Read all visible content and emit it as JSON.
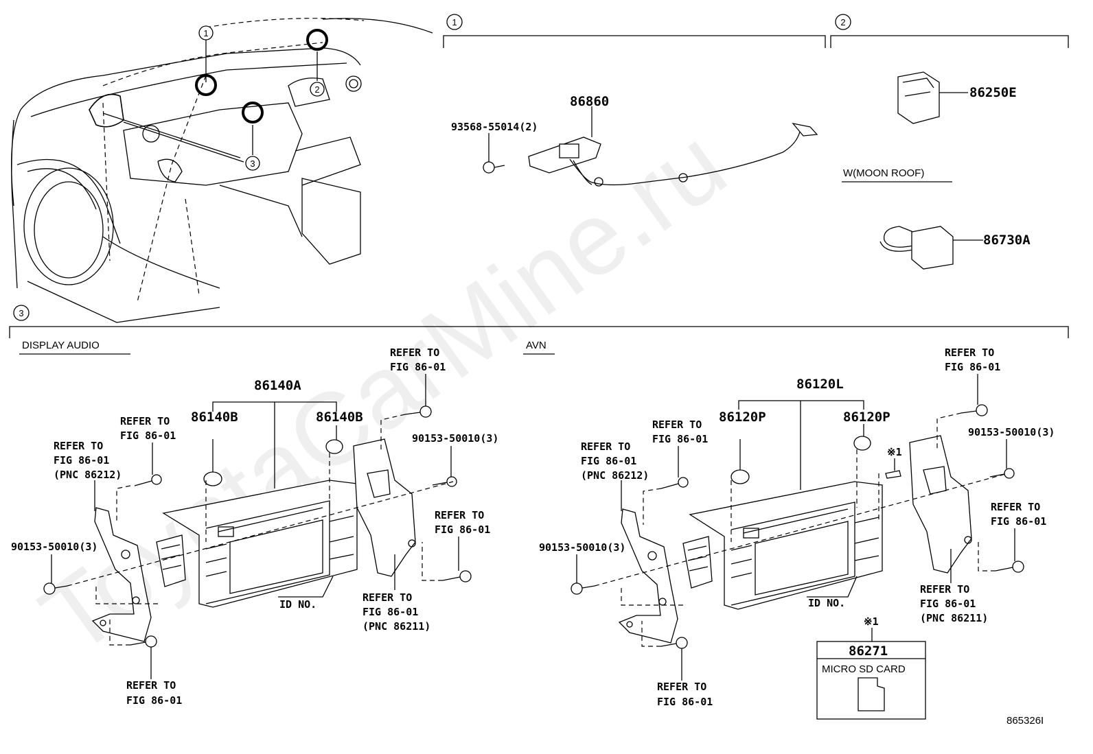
{
  "watermark": "ToyotaCarMine.ru",
  "overview": {
    "callouts": [
      "1",
      "2",
      "3"
    ]
  },
  "section1": {
    "number": "1",
    "parts": {
      "sensor": "86860",
      "clip": "93568-55014(2)"
    }
  },
  "section2": {
    "number": "2",
    "parts": {
      "switch_a": "86250E",
      "switch_b": "86730A"
    },
    "condition": "W(MOON ROOF)"
  },
  "section3": {
    "number": "3",
    "display_audio": {
      "title": "DISPLAY AUDIO",
      "assembly": "86140A",
      "knob_left": "86140B",
      "knob_right": "86140B",
      "bolt_left": "90153-50010(3)",
      "bolt_right": "90153-50010(3)",
      "id_no": "ID NO.",
      "ref_top_center": [
        "REFER TO",
        "FIG 86-01"
      ],
      "ref_top_right": [
        "REFER TO",
        "FIG 86-01"
      ],
      "ref_left_pnc": [
        "REFER TO",
        "FIG 86-01",
        "(PNC 86212)"
      ],
      "ref_right_mid": [
        "REFER TO",
        "FIG 86-01"
      ],
      "ref_right_pnc": [
        "REFER TO",
        "FIG 86-01",
        "(PNC 86211)"
      ],
      "ref_bottom": [
        "REFER TO",
        "FIG 86-01"
      ]
    },
    "avn": {
      "title": "AVN",
      "assembly": "86120L",
      "knob_left": "86120P",
      "knob_right": "86120P",
      "bolt_left": "90153-50010(3)",
      "bolt_right": "90153-50010(3)",
      "id_no": "ID NO.",
      "note_mark": "※1",
      "ref_top_center": [
        "REFER TO",
        "FIG 86-01"
      ],
      "ref_top_right": [
        "REFER TO",
        "FIG 86-01"
      ],
      "ref_left_pnc": [
        "REFER TO",
        "FIG 86-01",
        "(PNC 86212)"
      ],
      "ref_right_mid": [
        "REFER TO",
        "FIG 86-01"
      ],
      "ref_right_pnc": [
        "REFER TO",
        "FIG 86-01",
        "(PNC 86211)"
      ],
      "ref_bottom": [
        "REFER TO",
        "FIG 86-01"
      ]
    },
    "sd_card": {
      "note_mark": "※1",
      "part_number": "86271",
      "label": "MICRO SD CARD"
    }
  },
  "figure_id": "865326I"
}
